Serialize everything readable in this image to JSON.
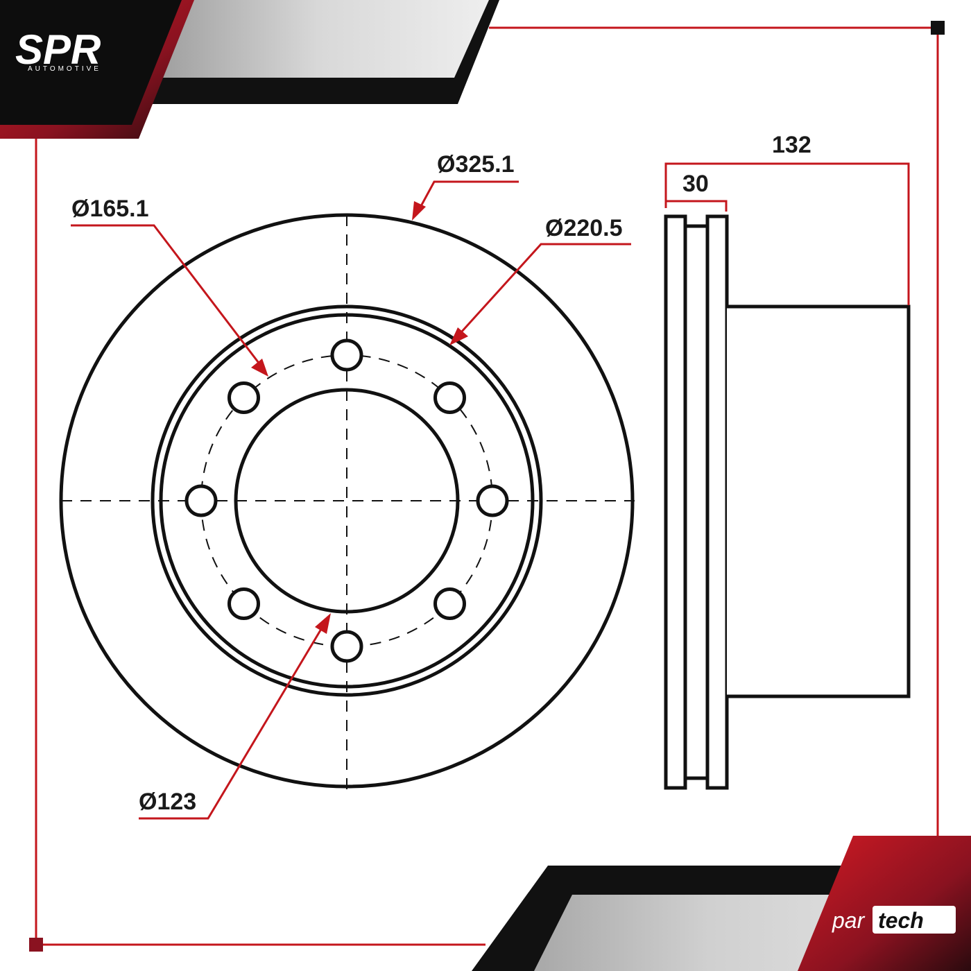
{
  "brand": {
    "top_logo_text": "SPR",
    "top_logo_subtext": "AUTOMOTIVE",
    "bottom_logo_text_a": "par",
    "bottom_logo_text_b": "tech"
  },
  "dimensions": {
    "outer_diameter": "Ø325.1",
    "bolt_circle": "Ø165.1",
    "hat_diameter": "Ø220.5",
    "center_bore": "Ø123",
    "total_height": "132",
    "thickness": "30"
  },
  "colors": {
    "accent_red": "#c4161c",
    "dark_red": "#8a1220",
    "ink": "#111111",
    "grey": "#c9c9c9"
  },
  "diagram": {
    "bolt_holes": 8
  }
}
